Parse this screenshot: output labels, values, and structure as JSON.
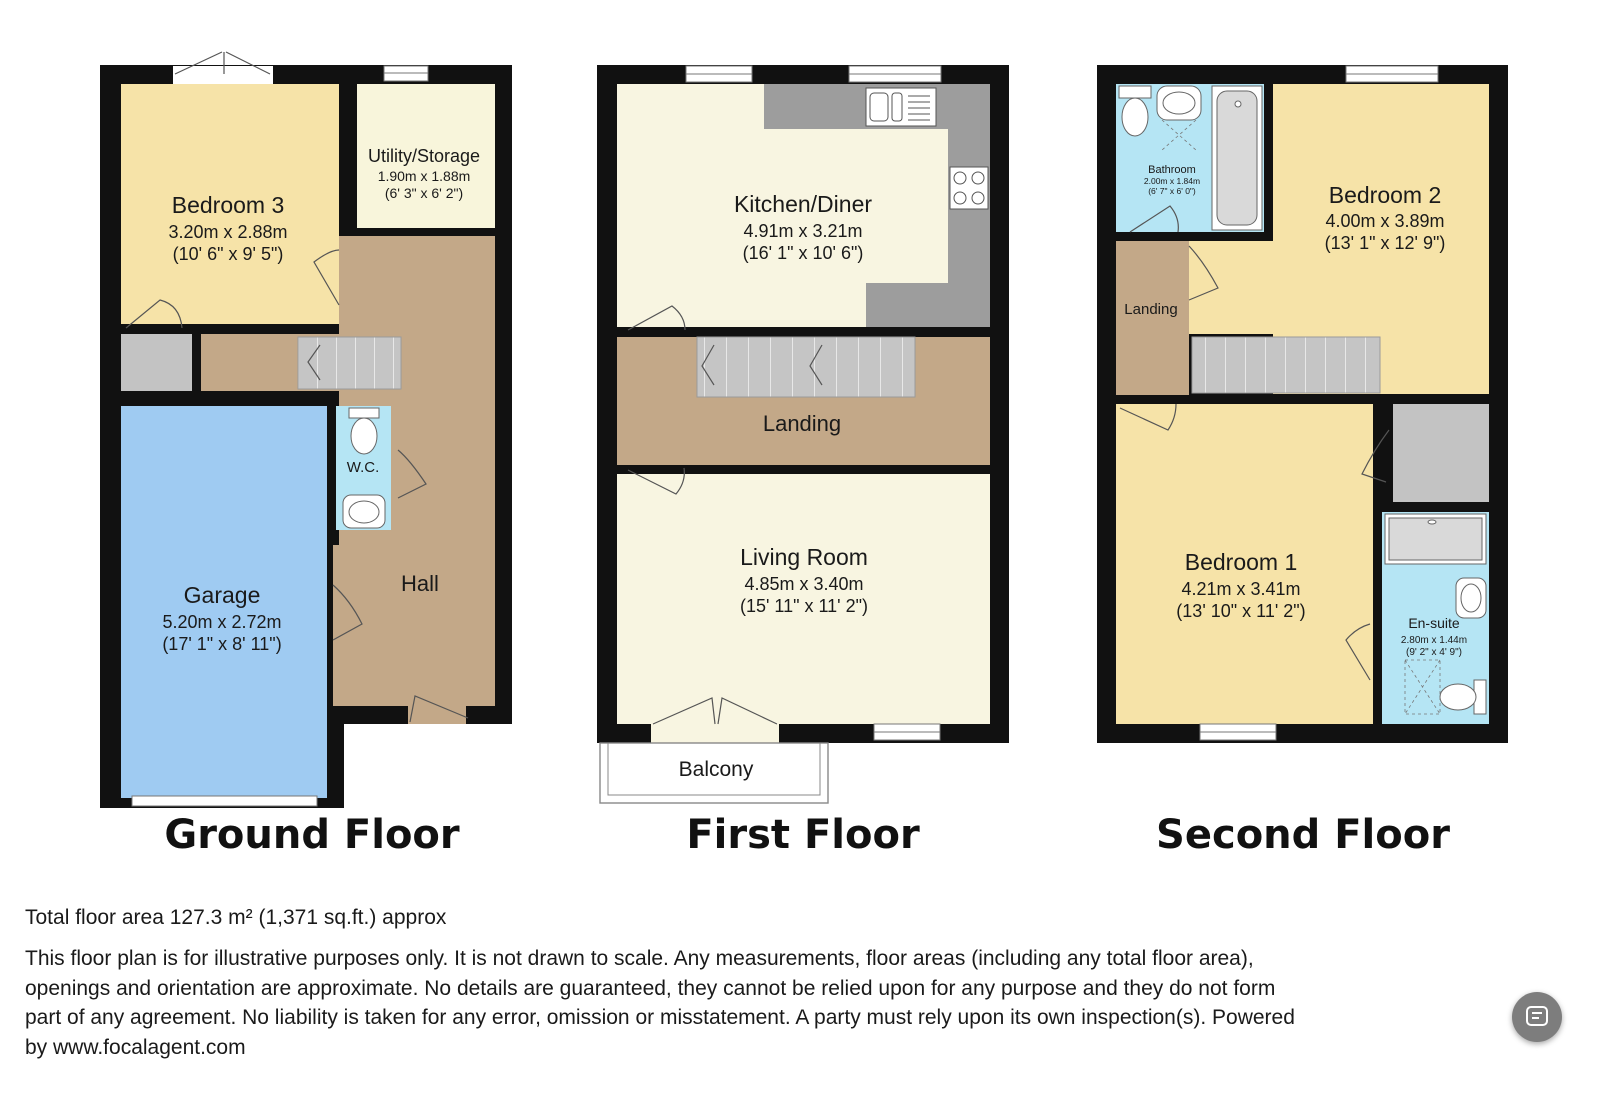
{
  "colors": {
    "wall": "#111111",
    "bedroom": "#f6e3a8",
    "utility": "#f8f5db",
    "kitchen": "#f8f5e1",
    "hall": "#c3a888",
    "garage": "#9fcbf2",
    "wet_room": "#b5e5f4",
    "grey_area": "#c3c3c3",
    "worktop": "#9d9d9d"
  },
  "floors": {
    "ground": {
      "title": "Ground Floor",
      "rooms": {
        "bedroom3": {
          "name": "Bedroom 3",
          "metric": "3.20m x 2.88m",
          "imperial": "(10' 6\" x 9' 5\")"
        },
        "utility": {
          "name": "Utility/Storage",
          "metric": "1.90m x 1.88m",
          "imperial": "(6' 3\" x 6' 2\")"
        },
        "wc": {
          "name": "W.C."
        },
        "hall": {
          "name": "Hall"
        },
        "garage": {
          "name": "Garage",
          "metric": "5.20m x 2.72m",
          "imperial": "(17' 1\" x 8' 11\")"
        }
      }
    },
    "first": {
      "title": "First Floor",
      "rooms": {
        "kitchen": {
          "name": "Kitchen/Diner",
          "metric": "4.91m x 3.21m",
          "imperial": "(16' 1\" x 10' 6\")"
        },
        "landing": {
          "name": "Landing"
        },
        "living": {
          "name": "Living Room",
          "metric": "4.85m x 3.40m",
          "imperial": "(15' 11\" x 11' 2\")"
        },
        "balcony": {
          "name": "Balcony"
        }
      }
    },
    "second": {
      "title": "Second Floor",
      "rooms": {
        "bathroom": {
          "name": "Bathroom",
          "metric": "2.00m x 1.84m",
          "imperial": "(6' 7\" x 6' 0\")"
        },
        "bedroom2": {
          "name": "Bedroom 2",
          "metric": "4.00m x 3.89m",
          "imperial": "(13' 1\" x 12' 9\")"
        },
        "landing": {
          "name": "Landing"
        },
        "bedroom1": {
          "name": "Bedroom 1",
          "metric": "4.21m x 3.41m",
          "imperial": "(13' 10\" x 11' 2\")"
        },
        "ensuite": {
          "name": "En-suite",
          "metric": "2.80m x 1.44m",
          "imperial": "(9' 2\" x 4' 9\")"
        }
      }
    }
  },
  "footer": {
    "total_area": "Total floor area 127.3 m² (1,371 sq.ft.) approx",
    "disclaimer": "This floor plan is for illustrative purposes only. It is not drawn to scale. Any measurements, floor areas (including any total floor area),\nopenings and orientation are approximate. No details are guaranteed, they cannot be relied upon for any purpose and they do not form\npart of any agreement. No liability is taken for any error, omission or misstatement. A party must rely upon its own inspection(s). Powered\nby www.focalagent.com"
  },
  "fab_icon": "chat-summary-icon"
}
